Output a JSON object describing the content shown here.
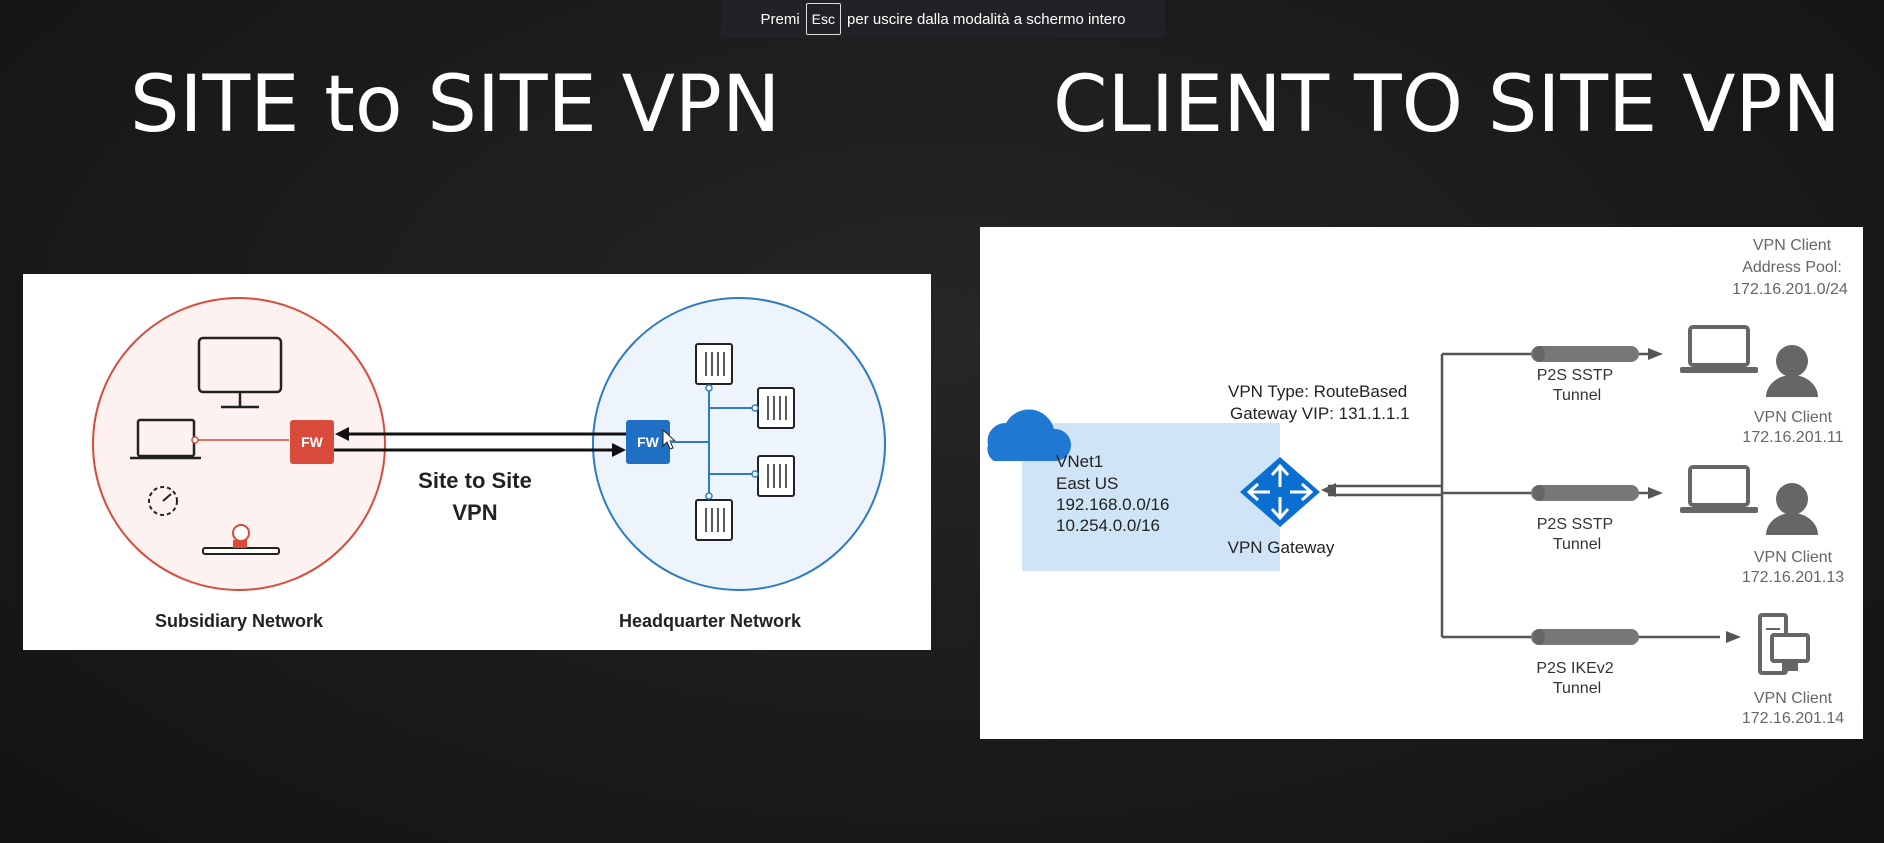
{
  "fullscreen_banner": {
    "prefix": "Premi",
    "key": "Esc",
    "suffix": "per uscire dalla modalità a schermo intero"
  },
  "titles": {
    "left": "SITE to SITE VPN",
    "right": "CLIENT TO SITE VPN"
  },
  "site_to_site": {
    "firewall_label_left": "FW",
    "firewall_label_right": "FW",
    "link_label_line1": "Site to Site",
    "link_label_line2": "VPN",
    "subsidiary_label": "Subsidiary Network",
    "headquarter_label": "Headquarter Network",
    "colors": {
      "subsidiary": "#d84a3a",
      "headquarter": "#2d7bc4"
    }
  },
  "client_to_site": {
    "vnet": {
      "name": "VNet1",
      "region": "East US",
      "range1": "192.168.0.0/16",
      "range2": "10.254.0.0/16"
    },
    "gateway": {
      "type_line": "VPN Type: RouteBased",
      "vip_line": "Gateway VIP: 131.1.1.1",
      "label": "VPN Gateway"
    },
    "pool": {
      "line1": "VPN Client",
      "line2": "Address Pool:",
      "line3": "172.16.201.0/24"
    },
    "tunnels": [
      {
        "line1": "P2S SSTP",
        "line2": "Tunnel",
        "client": "VPN Client",
        "ip": "172.16.201.11"
      },
      {
        "line1": "P2S SSTP",
        "line2": "Tunnel",
        "client": "VPN Client",
        "ip": "172.16.201.13"
      },
      {
        "line1": "P2S IKEv2",
        "line2": "Tunnel",
        "client": "VPN Client",
        "ip": "172.16.201.14"
      }
    ],
    "colors": {
      "azure": "#0078d4",
      "vnet_fill": "#cfe4f7",
      "lines": "#555555"
    }
  }
}
